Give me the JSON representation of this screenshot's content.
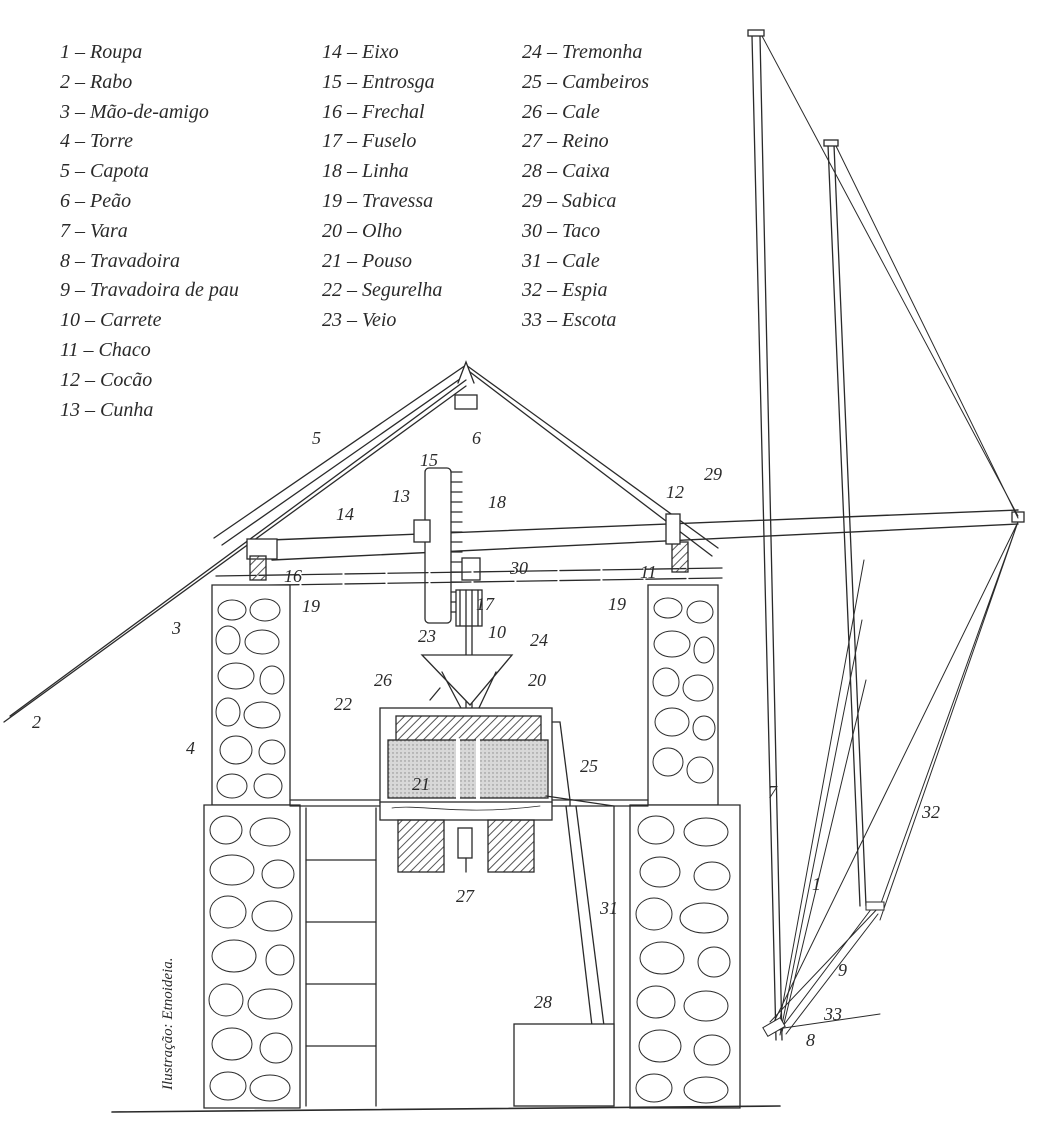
{
  "legend": {
    "columns": [
      [
        {
          "num": "1",
          "name": "Roupa"
        },
        {
          "num": "2",
          "name": "Rabo"
        },
        {
          "num": "3",
          "name": "Mão-de-amigo"
        },
        {
          "num": "4",
          "name": "Torre"
        },
        {
          "num": "5",
          "name": "Capota"
        },
        {
          "num": "6",
          "name": "Peão"
        },
        {
          "num": "7",
          "name": "Vara"
        },
        {
          "num": "8",
          "name": "Travadoira"
        },
        {
          "num": "9",
          "name": "Travadoira de pau"
        },
        {
          "num": "10",
          "name": "Carrete"
        },
        {
          "num": "11",
          "name": "Chaco"
        },
        {
          "num": "12",
          "name": "Cocão"
        },
        {
          "num": "13",
          "name": "Cunha"
        }
      ],
      [
        {
          "num": "14",
          "name": "Eixo"
        },
        {
          "num": "15",
          "name": "Entrosga"
        },
        {
          "num": "16",
          "name": "Frechal"
        },
        {
          "num": "17",
          "name": "Fuselo"
        },
        {
          "num": "18",
          "name": "Linha"
        },
        {
          "num": "19",
          "name": "Travessa"
        },
        {
          "num": "20",
          "name": "Olho"
        },
        {
          "num": "21",
          "name": "Pouso"
        },
        {
          "num": "22",
          "name": "Segurelha"
        },
        {
          "num": "23",
          "name": "Veio"
        }
      ],
      [
        {
          "num": "24",
          "name": "Tremonha"
        },
        {
          "num": "25",
          "name": "Cambeiros"
        },
        {
          "num": "26",
          "name": "Cale"
        },
        {
          "num": "27",
          "name": "Reino"
        },
        {
          "num": "28",
          "name": "Caixa"
        },
        {
          "num": "29",
          "name": "Sabica"
        },
        {
          "num": "30",
          "name": "Taco"
        },
        {
          "num": "31",
          "name": "Cale"
        },
        {
          "num": "32",
          "name": "Espia"
        },
        {
          "num": "33",
          "name": "Escota"
        }
      ]
    ]
  },
  "callouts": [
    "1",
    "2",
    "3",
    "4",
    "5",
    "6",
    "7",
    "8",
    "9",
    "10",
    "11",
    "12",
    "13",
    "14",
    "15",
    "16",
    "17",
    "18",
    "19",
    "19",
    "20",
    "21",
    "22",
    "23",
    "24",
    "25",
    "26",
    "27",
    "28",
    "29",
    "30",
    "31",
    "32",
    "33"
  ],
  "credit": "Ilustração: Etnoideia.",
  "colors": {
    "ink": "#2a2a2a",
    "paper": "#ffffff",
    "stone_fill": "#ffffff",
    "hatch": "#555555"
  }
}
